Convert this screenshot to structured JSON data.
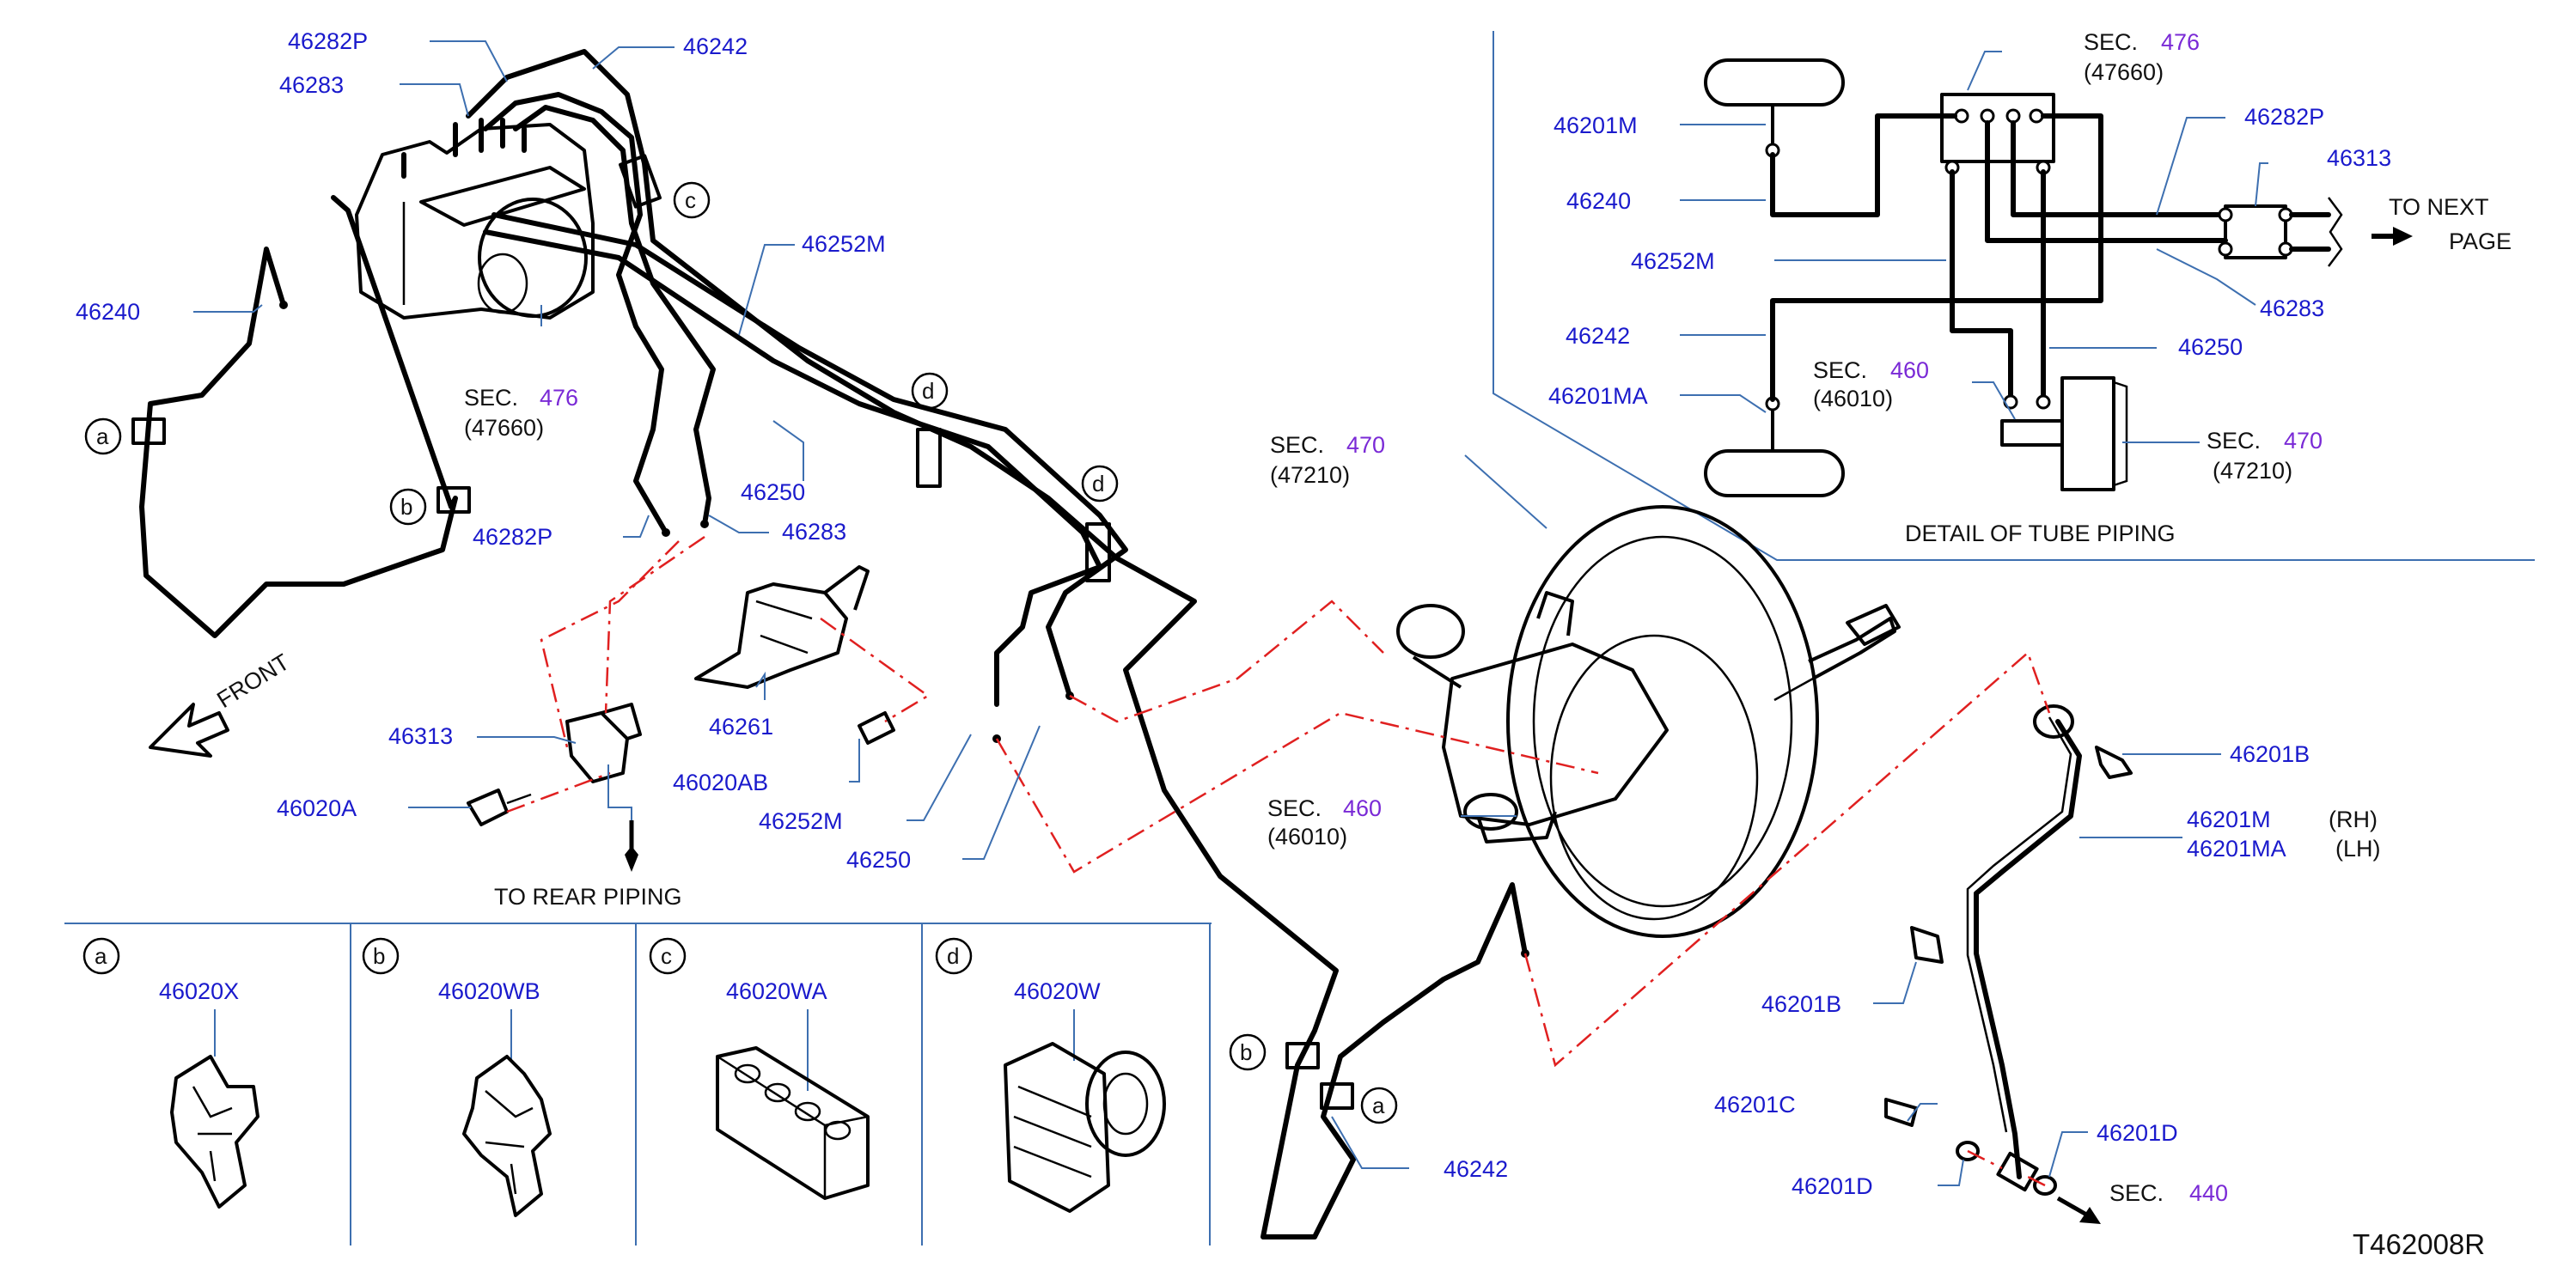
{
  "diagram_id": "T462008R",
  "colors": {
    "part_number": "#1a1acc",
    "section_number": "#7a2ad6",
    "leader": "#3d6fb0",
    "phantom_line": "#e02020",
    "tube": "#000000"
  },
  "labels": {
    "p46282P_a": "46282P",
    "p46242_a": "46242",
    "p46283_a": "46283",
    "p46240_a": "46240",
    "p46252M_a": "46252M",
    "p46250_a": "46250",
    "p46282P_b": "46282P",
    "p46283_b": "46283",
    "p46313": "46313",
    "p46261": "46261",
    "p46020AB": "46020AB",
    "p46020A": "46020A",
    "p46252M_b": "46252M",
    "p46250_b": "46250",
    "p46242_b": "46242",
    "p46201B_a": "46201B",
    "p46201M": "46201M",
    "p46201MA": "46201MA",
    "rh": "(RH)",
    "lh": "(LH)",
    "p46201B_b": "46201B",
    "p46201C": "46201C",
    "p46201D_a": "46201D",
    "p46201D_b": "46201D"
  },
  "sections": {
    "sec_word": "SEC.",
    "s476_main": {
      "num": "476",
      "sub": "(47660)"
    },
    "s470_main": {
      "num": "470",
      "sub": "(47210)"
    },
    "s460_main": {
      "num": "460",
      "sub": "(46010)"
    },
    "s440": {
      "num": "440"
    }
  },
  "clip_markers": [
    "a",
    "b",
    "c",
    "d"
  ],
  "texts": {
    "front": "FRONT",
    "to_rear_piping": "TO  REAR  PIPING"
  },
  "detail": {
    "title": "DETAIL  OF  TUBE  PIPING",
    "labels": {
      "p46201M": "46201M",
      "p46240": "46240",
      "p46252M": "46252M",
      "p46242": "46242",
      "p46201MA": "46201MA",
      "p46282P": "46282P",
      "p46313": "46313",
      "p46283": "46283",
      "p46250": "46250"
    },
    "s476": {
      "num": "476",
      "sub": "(47660)"
    },
    "s460": {
      "num": "460",
      "sub": "(46010)"
    },
    "s470": {
      "num": "470",
      "sub": "(47210)"
    },
    "to_next": "TO  NEXT",
    "page": "PAGE"
  },
  "clip_panels": [
    {
      "letter": "a",
      "part": "46020X"
    },
    {
      "letter": "b",
      "part": "46020WB"
    },
    {
      "letter": "c",
      "part": "46020WA"
    },
    {
      "letter": "d",
      "part": "46020W"
    }
  ]
}
